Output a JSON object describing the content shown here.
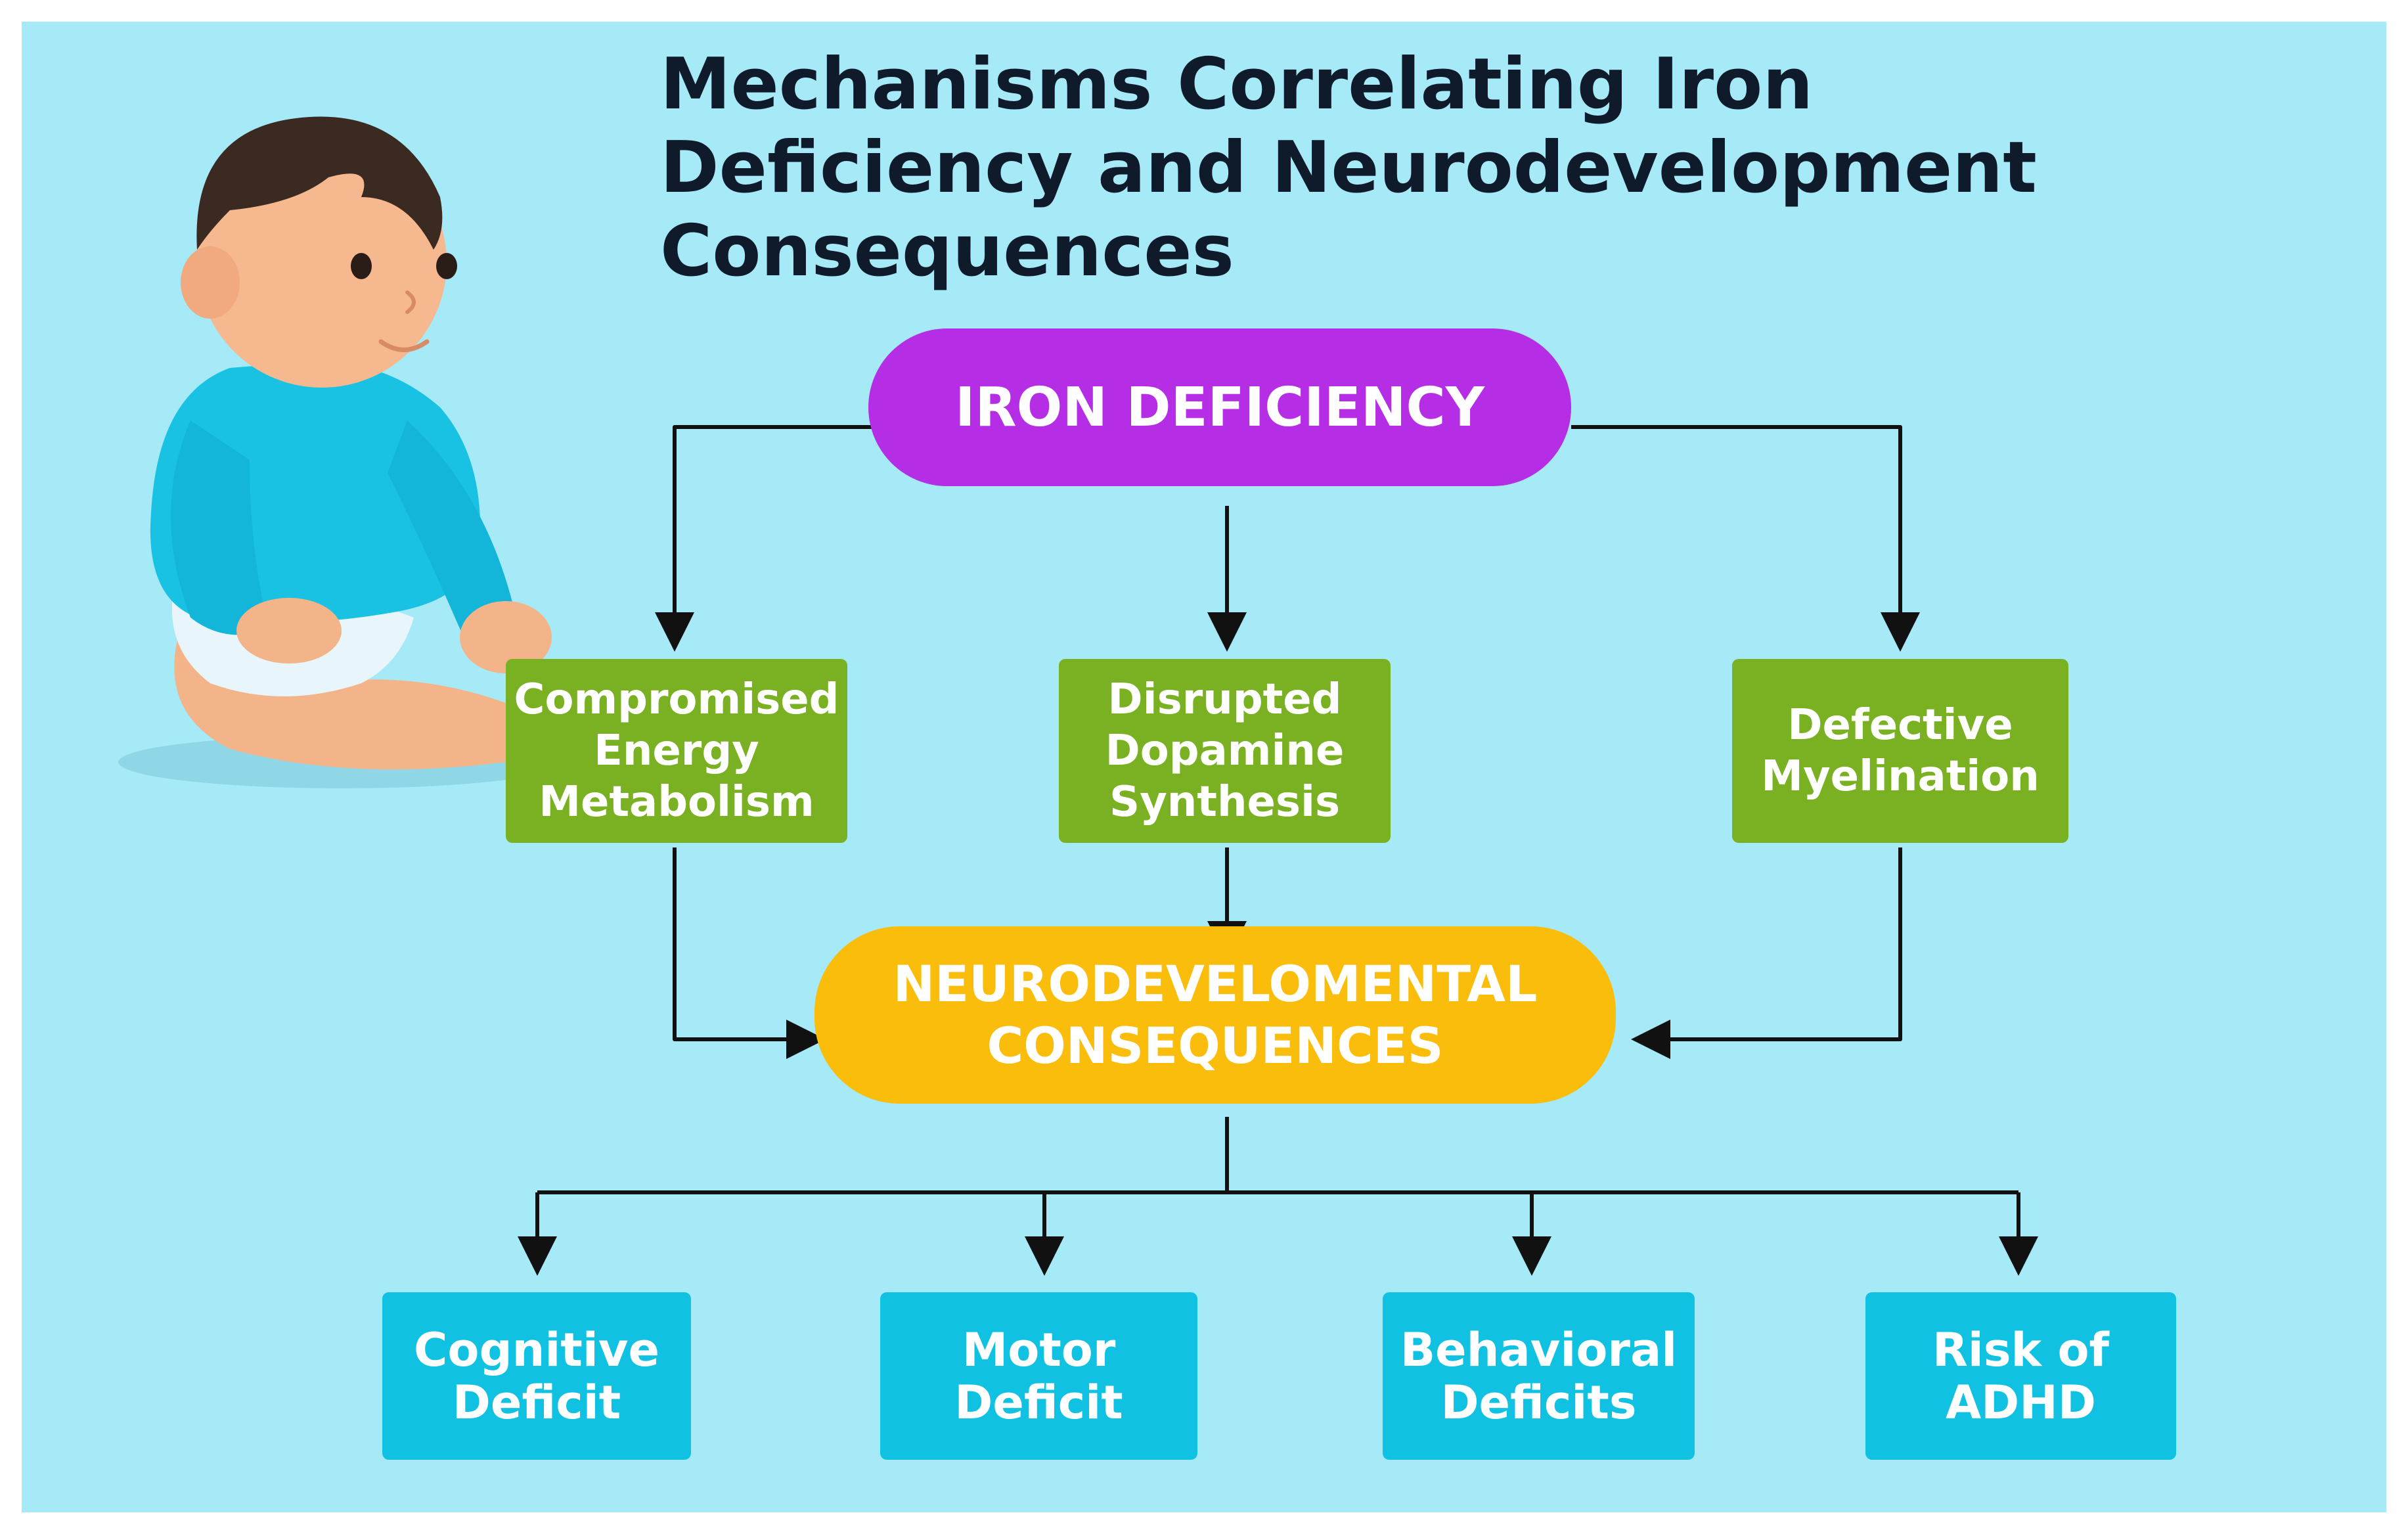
{
  "title": "Mechanisms Correlating Iron\nDeficiency and Neurodevelopment\nConsequences",
  "source_node": "IRON DEFICIENCY",
  "mechanisms": [
    {
      "label": "Compromised\nEnergy\nMetabolism"
    },
    {
      "label": "Disrupted\nDopamine\nSynthesis"
    },
    {
      "label": "Defective\nMyelination"
    }
  ],
  "hub_node": "NEURODEVELOMENTAL\nCONSEQUENCES",
  "outcomes": [
    {
      "label": "Cognitive\nDeficit"
    },
    {
      "label": "Motor Deficit"
    },
    {
      "label": "Behavioral\nDeficits"
    },
    {
      "label": "Risk of ADHD"
    }
  ],
  "colors": {
    "background": "#a6e9f7",
    "source": "#b52ee5",
    "mechanism": "#7ab122",
    "hub": "#fbbd0c",
    "outcome": "#11c1e2",
    "connector": "#111111"
  },
  "illustration": "seated-baby-illustration"
}
